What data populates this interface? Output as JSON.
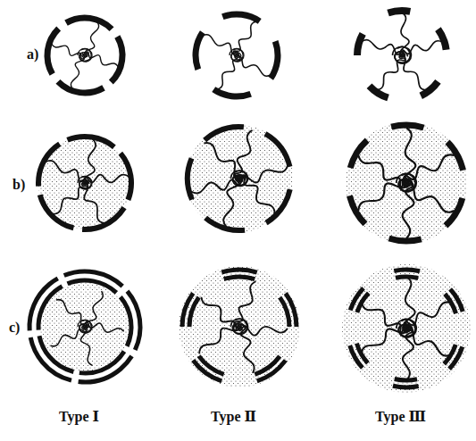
{
  "diagram": {
    "labels": [
      "a)",
      "b)",
      "c)",
      "Type Ⅰ",
      "Type Ⅱ",
      "Type Ⅲ"
    ]
  }
}
